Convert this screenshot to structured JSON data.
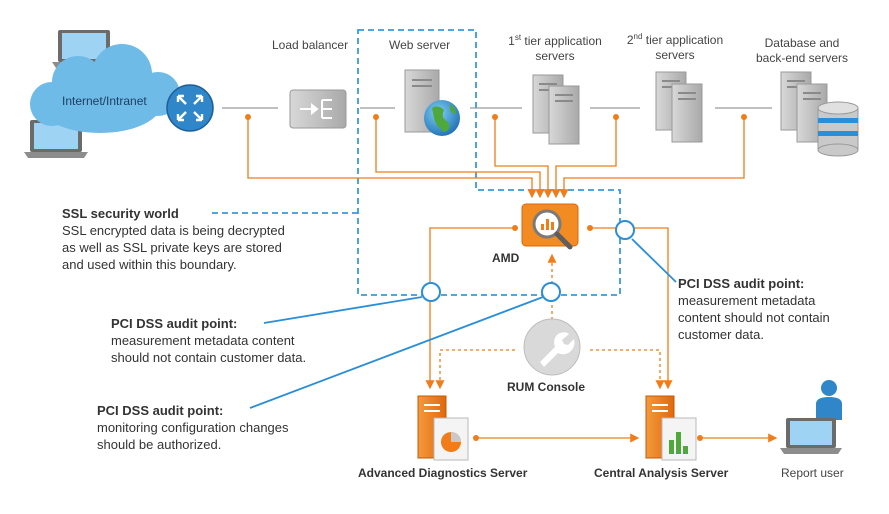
{
  "nodes": {
    "internet": "Internet/Intranet",
    "load_balancer": "Load balancer",
    "web_server": "Web server",
    "tier1": {
      "num": "1",
      "sup": "st",
      "line1": " tier application",
      "line2": "servers"
    },
    "tier2": {
      "num": "2",
      "sup": "nd",
      "line1": " tier application",
      "line2": "servers"
    },
    "database": {
      "line1": "Database and",
      "line2": "back-end servers"
    },
    "amd": "AMD",
    "rum_console": "RUM Console",
    "ads": "Advanced Diagnostics Server",
    "cas": "Central Analysis Server",
    "report_user": "Report user"
  },
  "notes": {
    "ssl": {
      "title": "SSL security world",
      "lines": [
        "SSL encrypted data is being decrypted",
        "as well as SSL private keys are stored",
        "and used within this boundary."
      ]
    },
    "pci_right": {
      "title": "PCI DSS audit point:",
      "lines": [
        "measurement metadata",
        "content should not contain",
        "customer data."
      ]
    },
    "pci_left_top": {
      "title": "PCI DSS audit point:",
      "lines": [
        "measurement metadata content",
        "should not contain customer data."
      ]
    },
    "pci_left_bottom": {
      "title": "PCI DSS audit point:",
      "lines": [
        "monitoring configuration changes",
        "should be authorized."
      ]
    }
  },
  "colors": {
    "orange": "#f07d1a",
    "blue_line": "#2a8fd6",
    "dashed_blue": "#3a9ad9",
    "cloud": "#6fbbe8",
    "router": "#2f86c9",
    "server_gray": "#bdbdbd"
  },
  "icons": [
    "laptop-icon",
    "cloud-icon",
    "router-icon",
    "load-balancer-icon",
    "server-icon",
    "globe-icon",
    "database-icon",
    "amd-magnifier-icon",
    "wrench-icon",
    "report-server-icon",
    "user-icon"
  ]
}
